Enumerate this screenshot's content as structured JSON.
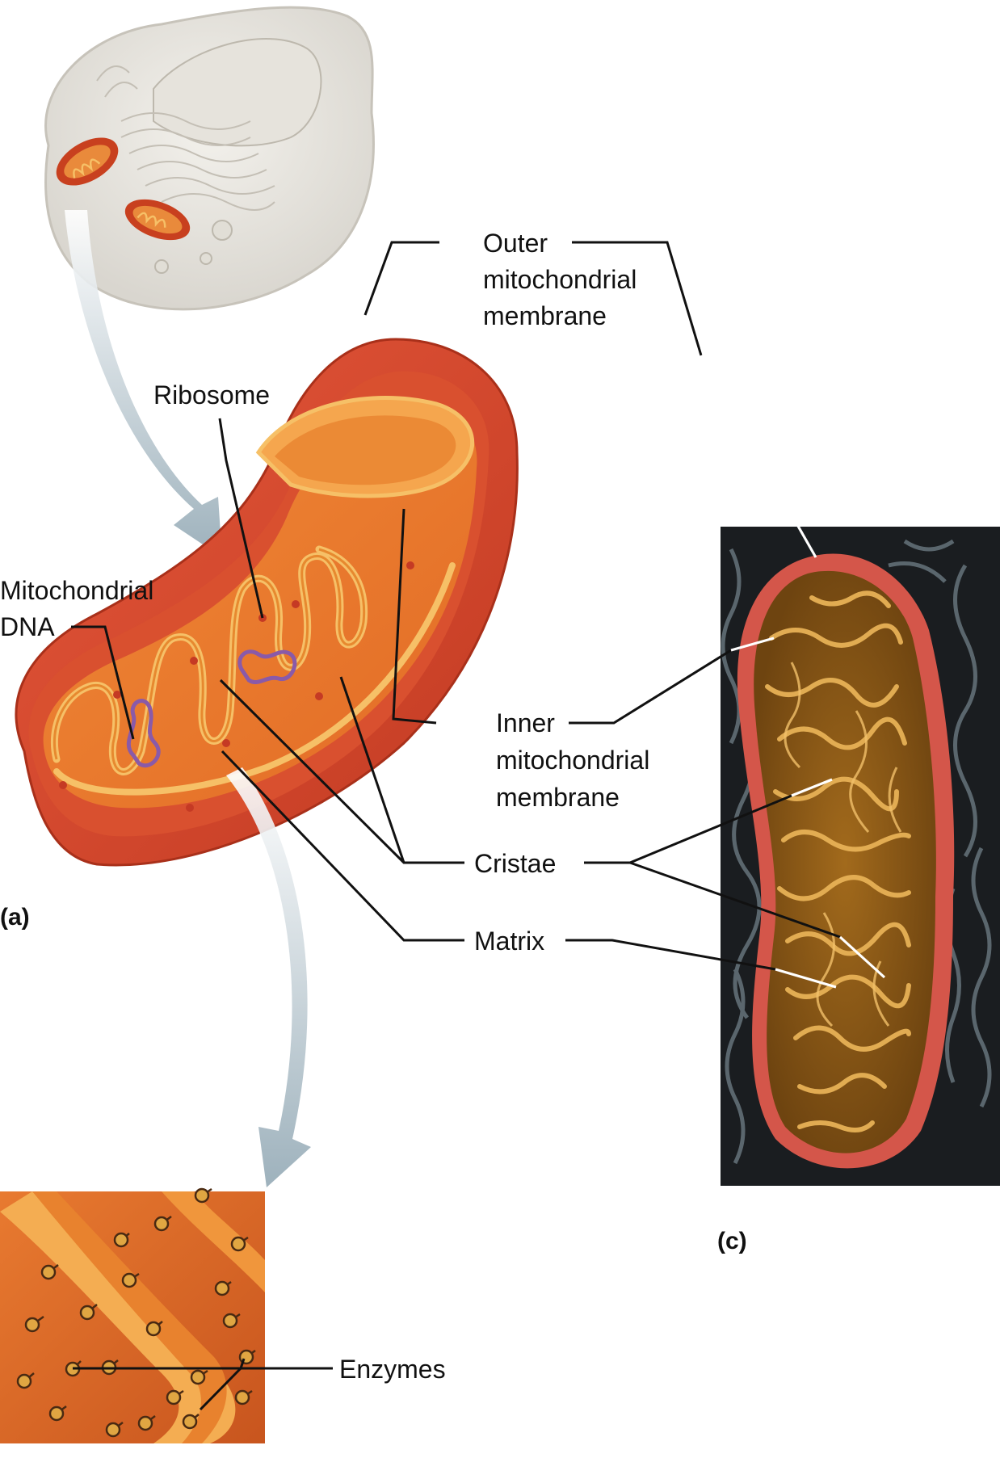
{
  "labels": {
    "outer_membrane": [
      "Outer",
      "mitochondrial",
      "membrane"
    ],
    "ribosome": "Ribosome",
    "mito_dna": [
      "Mitochondrial",
      "DNA"
    ],
    "inner_membrane": [
      "Inner",
      "mitochondrial",
      "membrane"
    ],
    "cristae": "Cristae",
    "matrix": "Matrix",
    "enzymes": "Enzymes"
  },
  "panels": {
    "a": "(a)",
    "c": "(c)"
  },
  "colors": {
    "outer_membrane": "#d6452c",
    "intermembrane": "#ee7a2e",
    "inner_membrane": "#f6b85a",
    "dna": "#8a5aa8",
    "micrograph_bg": "#1a1d20",
    "arrow": "#9fb2bd"
  }
}
